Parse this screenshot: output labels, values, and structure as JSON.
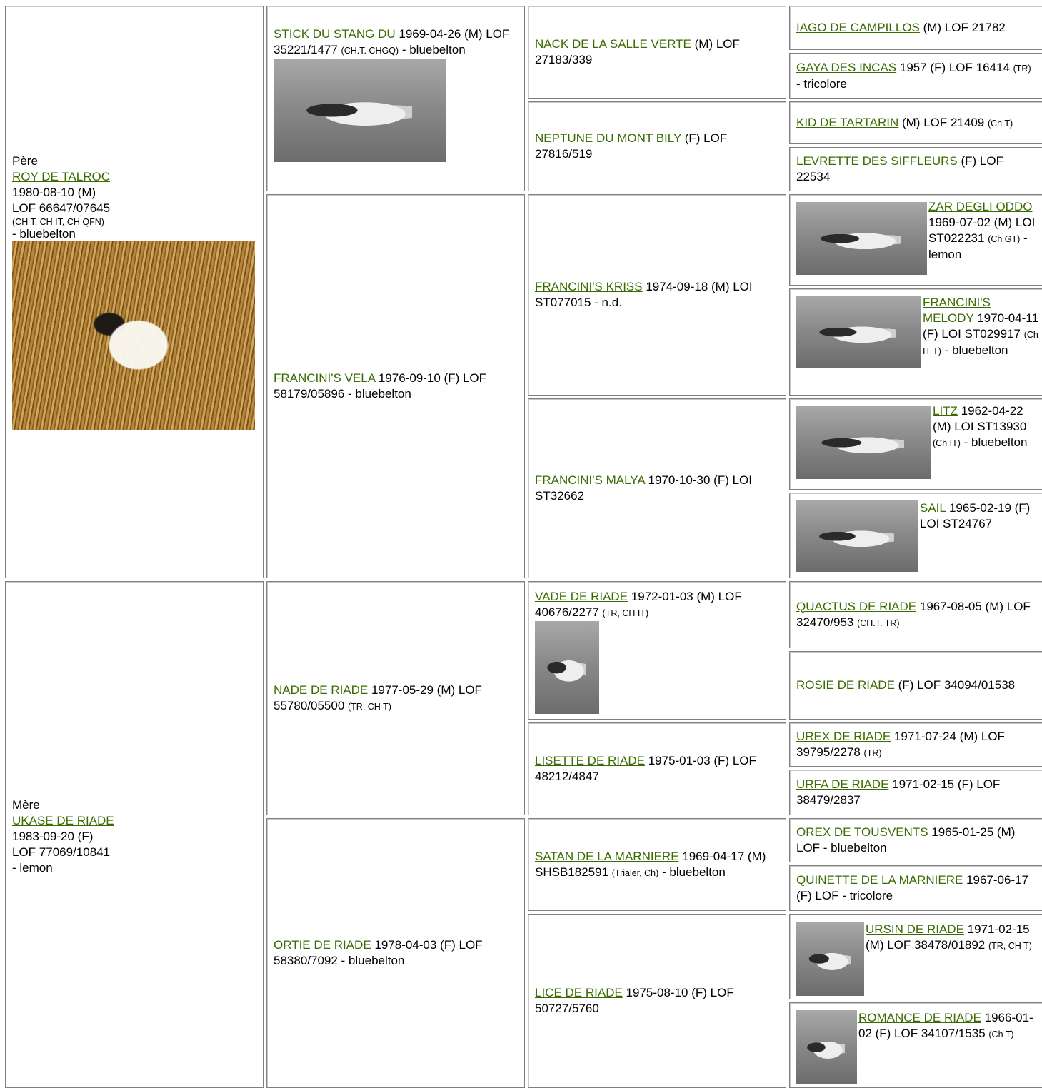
{
  "sire": {
    "role": "Père",
    "name": "ROY DE TALROC",
    "date": "1980-08-10 (M)",
    "reg": "LOF 66647/07645",
    "titles": "(CH T, CH IT, CH QFN)",
    "color": "- bluebelton"
  },
  "dam": {
    "role": "Mère",
    "name": "UKASE DE RIADE",
    "date": "1983-09-20 (F)",
    "reg": "LOF 77069/10841",
    "color": "- lemon"
  },
  "g2": [
    {
      "name": "STICK DU STANG DU",
      "info": " 1969-04-26 (M) LOF 35221/1477 ",
      "titles": "(CH.T. CHGQ)",
      "tail": " - bluebelton"
    },
    {
      "name": "FRANCINI'S VELA",
      "info": " 1976-09-10 (F) LOF 58179/05896 - bluebelton"
    },
    {
      "name": "NADE DE RIADE",
      "info": " 1977-05-29 (M) LOF 55780/05500 ",
      "titles": "(TR, CH T)"
    },
    {
      "name": "ORTIE DE RIADE",
      "info": " 1978-04-03 (F) LOF 58380/7092 - bluebelton"
    }
  ],
  "g3": [
    {
      "name": "NACK DE LA SALLE VERTE",
      "info": " (M) LOF 27183/339"
    },
    {
      "name": "NEPTUNE DU MONT BILY",
      "info": " (F) LOF 27816/519"
    },
    {
      "name": "FRANCINI'S KRISS",
      "info": " 1974-09-18 (M) LOI ST077015 - n.d."
    },
    {
      "name": "FRANCINI'S MALYA",
      "info": " 1970-10-30 (F) LOI ST32662"
    },
    {
      "name": "VADE DE RIADE",
      "info": " 1972-01-03 (M) LOF 40676/2277 ",
      "titles": "(TR, CH IT)"
    },
    {
      "name": "LISETTE DE RIADE",
      "info": " 1975-01-03 (F) LOF 48212/4847"
    },
    {
      "name": "SATAN DE LA MARNIERE",
      "info": " 1969-04-17 (M) SHSB182591 ",
      "titles": "(Trialer, Ch)",
      "tail": " - bluebelton"
    },
    {
      "name": "LICE DE RIADE",
      "info": " 1975-08-10 (F) LOF 50727/5760"
    }
  ],
  "g4": [
    {
      "name": "IAGO DE CAMPILLOS",
      "info": " (M) LOF 21782"
    },
    {
      "name": "GAYA DES INCAS",
      "info": " 1957 (F) LOF 16414 ",
      "titles": "(TR)",
      "tail": " - tricolore"
    },
    {
      "name": "KID DE TARTARIN",
      "info": " (M) LOF 21409 ",
      "titles": "(Ch T)"
    },
    {
      "name": "LEVRETTE DES SIFFLEURS",
      "info": " (F) LOF 22534"
    },
    {
      "name": "ZAR DEGLI ODDO",
      "info": " 1969-07-02 (M) LOI ST022231 ",
      "titles": "(Ch GT)",
      "tail": " - lemon"
    },
    {
      "name": "FRANCINI'S MELODY",
      "info": " 1970-04-11 (F) LOI ST029917 ",
      "titles": "(Ch IT T)",
      "tail": " - bluebelton"
    },
    {
      "name": "LITZ",
      "info": " 1962-04-22 (M) LOI ST13930 ",
      "titles": "(Ch IT)",
      "tail": " - bluebelton"
    },
    {
      "name": "SAIL",
      "info": " 1965-02-19 (F) LOI ST24767"
    },
    {
      "name": "QUACTUS DE RIADE",
      "info": " 1967-08-05 (M) LOF 32470/953 ",
      "titles": "(CH.T. TR)"
    },
    {
      "name": "ROSIE DE RIADE",
      "info": " (F) LOF 34094/01538"
    },
    {
      "name": "UREX DE RIADE",
      "info": " 1971-07-24 (M) LOF 39795/2278 ",
      "titles": "(TR)"
    },
    {
      "name": "URFA DE RIADE",
      "info": " 1971-02-15 (F) LOF 38479/2837"
    },
    {
      "name": "OREX DE TOUSVENTS",
      "info": " 1965-01-25 (M) LOF - bluebelton"
    },
    {
      "name": "QUINETTE DE LA MARNIERE",
      "info": " 1967-06-17 (F) LOF - tricolore"
    },
    {
      "name": "URSIN DE RIADE",
      "info": " 1971-02-15 (M) LOF 38478/01892 ",
      "titles": "(TR, CH T)"
    },
    {
      "name": "ROMANCE DE RIADE",
      "info": " 1966-01-02 (F) LOF 34107/1535 ",
      "titles": "(Ch T)"
    }
  ]
}
